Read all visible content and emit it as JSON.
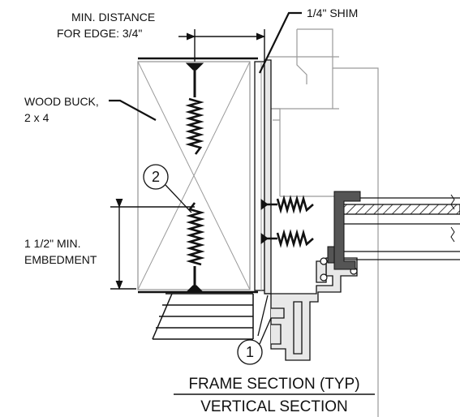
{
  "labels": {
    "min_distance_line1": "MIN. DISTANCE",
    "min_distance_line2": "FOR EDGE: 3/4\"",
    "shim": "1/4\" SHIM",
    "wood_buck_line1": "WOOD BUCK,",
    "wood_buck_line2": "2 x 4",
    "embedment_line1": "1 1/2\" MIN.",
    "embedment_line2": "EMBEDMENT"
  },
  "callouts": {
    "fastener": "2",
    "frame": "1"
  },
  "titles": {
    "main": "FRAME SECTION (TYP)",
    "sub": "VERTICAL SECTION"
  },
  "colors": {
    "ink": "#111111",
    "faint": "#9a9a9a",
    "frame_fill": "#e8e8e8",
    "glazing_gasket": "#555555"
  }
}
